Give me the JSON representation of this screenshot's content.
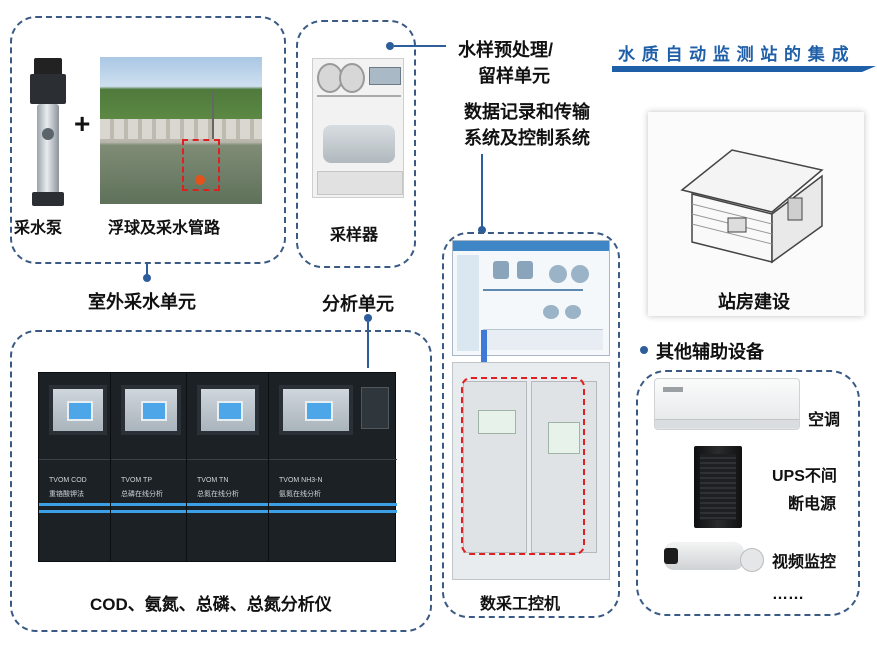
{
  "labels": {
    "pump": "采水泵",
    "float_pipe": "浮球及采水管路",
    "outdoor_unit": "室外采水单元",
    "sampler": "采样器",
    "pretreatment_line1": "水样预处理/",
    "pretreatment_line2": "留样单元",
    "data_system_line1": "数据记录和传输",
    "data_system_line2": "系统及控制系统",
    "station_build": "站房建设",
    "analysis_unit": "分析单元",
    "analyzers": "COD、氨氮、总磷、总氮分析仪",
    "ipc": "数采工控机",
    "aux_equipment": "其他辅助设备",
    "aircon": "空调",
    "ups_line1": "UPS不间",
    "ups_line2": "断电源",
    "cctv": "视频监控",
    "more": "……",
    "plus": "+"
  },
  "banner": {
    "text": "水 质 自 动 监 测 站 的 集 成",
    "color": "#1f5fa8"
  },
  "analyzer_panels": [
    {
      "model": "TVOM COD",
      "subtitle": "重铬酸钾法"
    },
    {
      "model": "TVOM TP",
      "subtitle": "总磷在线分析"
    },
    {
      "model": "TVOM TN",
      "subtitle": "总氮在线分析"
    },
    {
      "model": "TVOM NH3-N",
      "subtitle": "氨氮在线分析"
    }
  ],
  "colors": {
    "border": "#3a5a86",
    "connector": "#2d5d9a",
    "highlight": "#e02020",
    "arrow": "#3f7bd6"
  },
  "icons": [
    "pump-icon",
    "river-photo",
    "sampler-icon",
    "station-house-icon",
    "analyzer-icon",
    "hmi-screen",
    "cabinet-icon",
    "aircon-icon",
    "ups-icon",
    "camera-icon"
  ]
}
